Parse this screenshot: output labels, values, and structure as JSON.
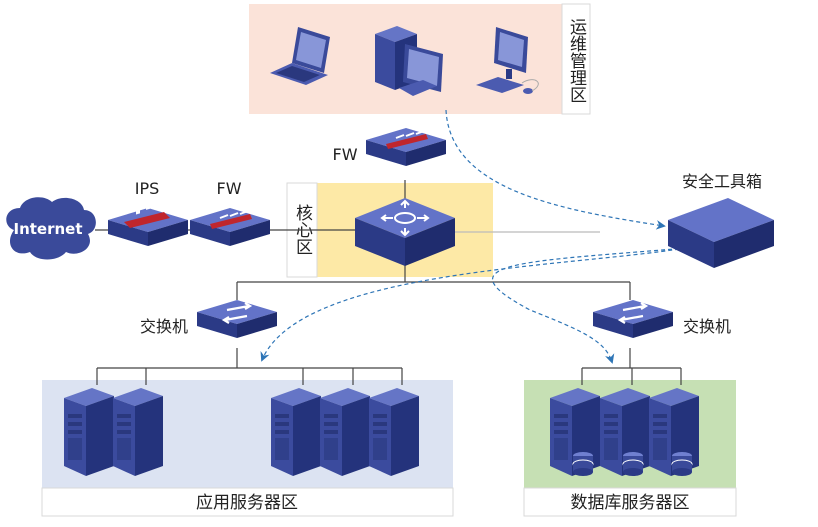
{
  "zones": {
    "ops": {
      "label": "运维管理区"
    },
    "core": {
      "label": "核心区"
    },
    "app": {
      "label": "应用服务器区"
    },
    "db": {
      "label": "数据库服务器区"
    }
  },
  "devices": {
    "internet": {
      "label": "Internet"
    },
    "ips": {
      "label": "IPS"
    },
    "fw_left": {
      "label": "FW"
    },
    "fw_top": {
      "label": "FW"
    },
    "switch_left": {
      "label": "交换机"
    },
    "switch_right": {
      "label": "交换机"
    },
    "security_toolbox": {
      "label": "安全工具箱"
    }
  },
  "colors": {
    "ops_zone": "#fbe3d9",
    "core_zone": "#fde9a6",
    "app_zone": "#dce3f2",
    "db_zone": "#c6e0b4",
    "device": "#3a4a9a",
    "device_top": "#5f70c4",
    "firewall_stripe": "#c0262d",
    "dashed_link": "#2e75b6"
  }
}
